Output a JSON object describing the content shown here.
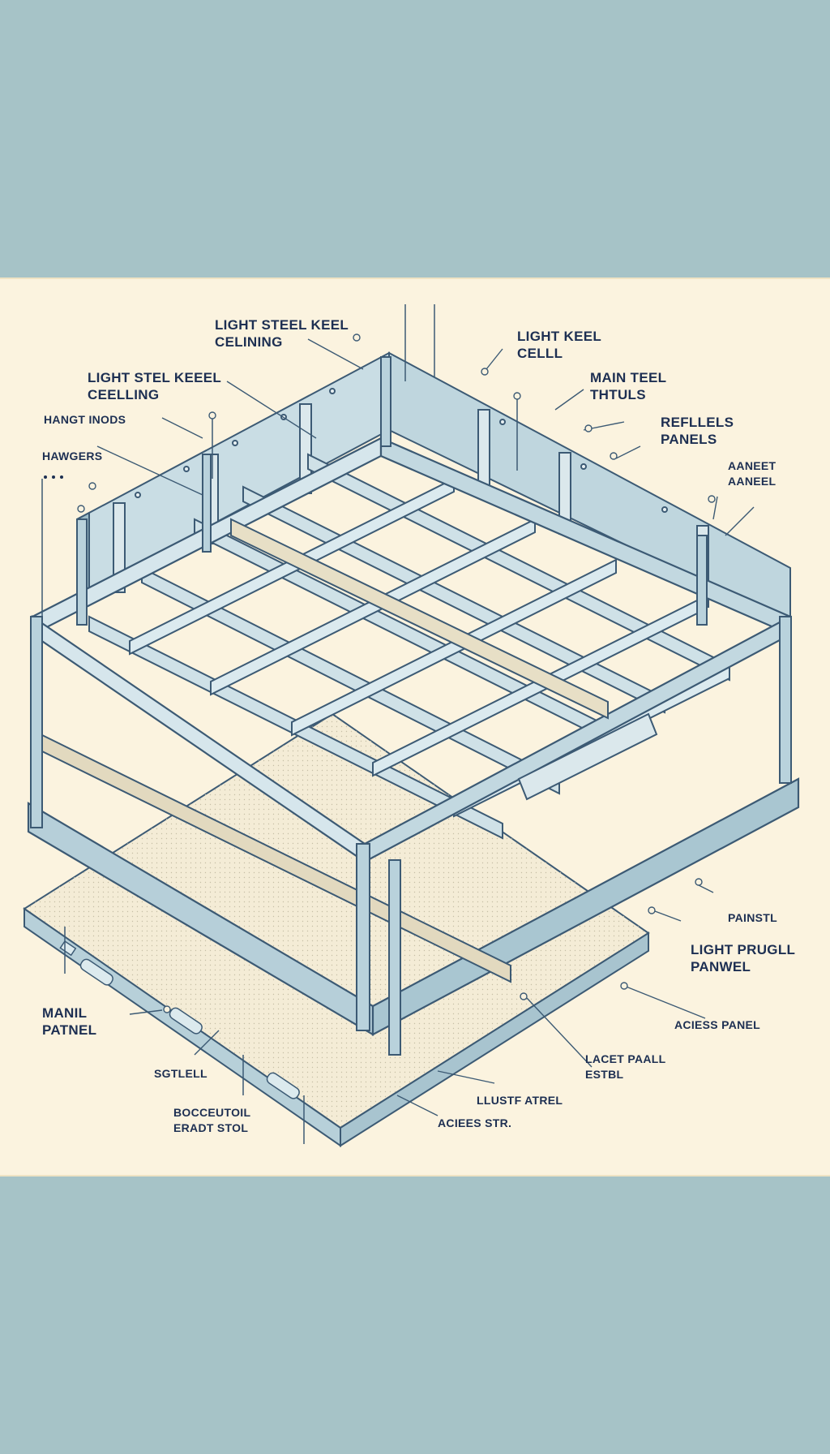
{
  "colors": {
    "background_band": "#a6c3c7",
    "paper": "#fbf3df",
    "steel_fill": "#c9dde4",
    "steel_dark": "#9dbcc8",
    "outline": "#3c5a74",
    "label_text": "#1d2f52"
  },
  "labels": {
    "light_steel_keel_ceiling_top": "LIGHT STEEL KEEL\nCELINING",
    "light_keel_cell": "LIGHT KEEL\nCELLL",
    "light_stel_keel_ceilling": "LIGHT STEL KEEEL\nCEELLING",
    "main_teel_thtuls": "MAIN TEEL\nTHTULS",
    "hangt_inods": "HANGT INODS",
    "refflels_panels": "REFLLELS\nPANELS",
    "hangers": "HAWGERS",
    "aaneet_aaneel": "AANEET\nAANEEL",
    "painstl": "PAINSTL",
    "light_prugll_pannel": "LIGHT PRUGLL\nPANWEL",
    "maniil_patnel": "MANIL\nPATNEL",
    "aciess_panel": "ACIESS PANEL",
    "sgtlell": "SGTLELL",
    "lacet_paall_estbl": "LACET PAALL\nESTBL",
    "lustf_atrel": "LLUSTF ATREL",
    "bocceutoil_eradt_stol": "BOCCEUTOIL\nERADT STOL",
    "acees_str": "ACIEES STR."
  }
}
